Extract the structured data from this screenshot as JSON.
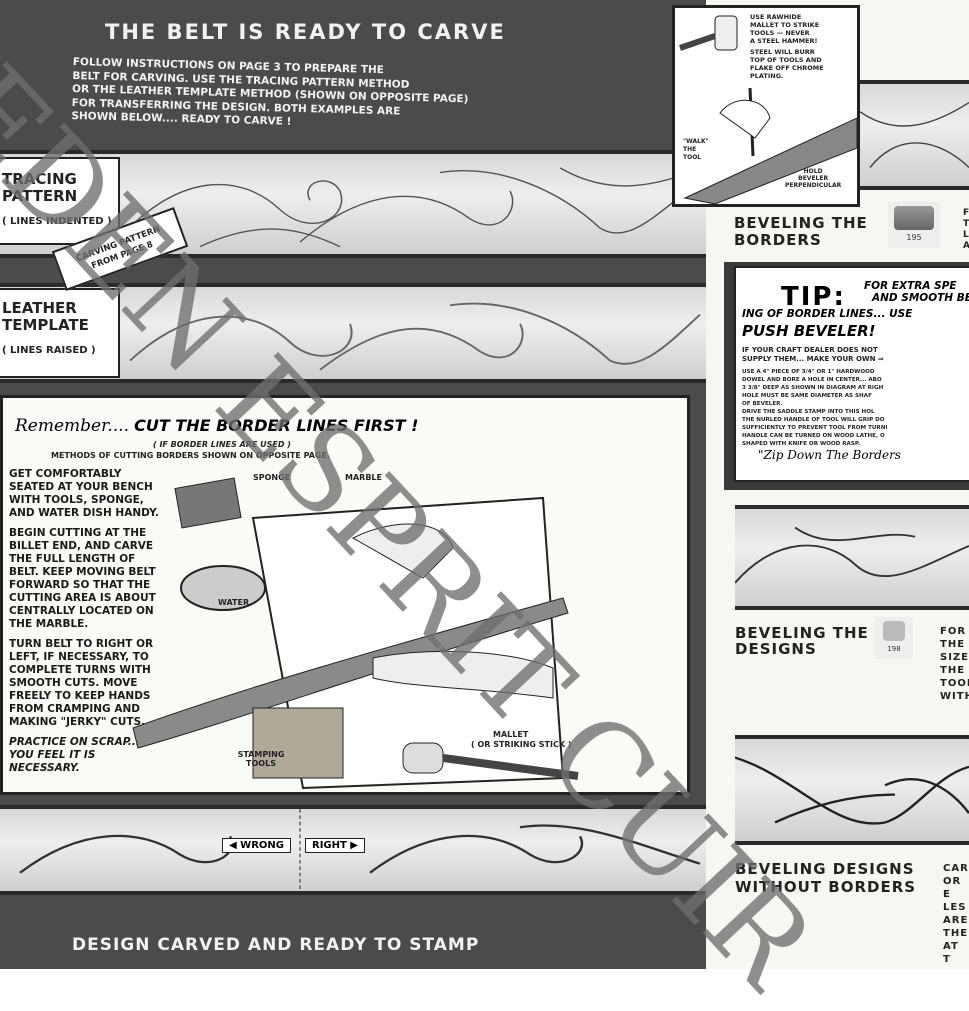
{
  "left_page": {
    "title": "THE BELT IS READY TO CARVE",
    "intro": [
      "FOLLOW INSTRUCTIONS ON PAGE 3 TO PREPARE THE",
      "BELT FOR CARVING. USE THE TRACING PATTERN METHOD",
      "OR THE LEATHER TEMPLATE METHOD (SHOWN ON OPPOSITE PAGE)",
      "FOR TRANSFERRING THE DESIGN. BOTH EXAMPLES ARE",
      "SHOWN BELOW.... READY TO CARVE !"
    ],
    "tracing_label": {
      "title1": "TRACING",
      "title2": "PATTERN",
      "sub": "( LINES INDENTED )"
    },
    "carving_pattern_tag": [
      "CARVING PATTERN",
      "FROM PAGE 8"
    ],
    "template_label": {
      "title1": "LEATHER",
      "title2": "TEMPLATE",
      "sub": "( LINES RAISED )"
    },
    "panel": {
      "heading_script": "Remember....",
      "heading": "CUT THE BORDER LINES FIRST !",
      "sub1": "( IF BORDER LINES ARE USED )",
      "sub2": "METHODS OF CUTTING BORDERS SHOWN ON OPPOSITE PAGE.",
      "para1": "GET COMFORTABLY SEATED AT YOUR BENCH WITH TOOLS, SPONGE, AND WATER DISH HANDY.",
      "para2": "BEGIN CUTTING AT THE BILLET END, AND CARVE THE FULL LENGTH OF BELT. KEEP MOVING BELT FORWARD SO THAT THE CUTTING AREA IS ABOUT CENTRALLY LOCATED ON THE MARBLE.",
      "para3": "TURN BELT TO RIGHT OR LEFT, IF NECESSARY, TO COMPLETE TURNS WITH SMOOTH CUTS. MOVE FREELY TO KEEP HANDS FROM CRAMPING AND MAKING \"JERKY\" CUTS.",
      "para4": "PRACTICE ON SCRAP... IF YOU FEEL IT IS NECESSARY.",
      "callouts": {
        "sponge": "SPONGE",
        "marble": "MARBLE",
        "water": "WATER",
        "stamping_tools": "STAMPING TOOLS",
        "mallet": "MALLET",
        "mallet_sub": "( OR STRIKING STICK )"
      }
    },
    "wrong_label": "WRONG",
    "right_label": "RIGHT",
    "bottom_caption": "DESIGN CARVED AND READY TO STAMP"
  },
  "right_page": {
    "illustration": {
      "mallet_note": [
        "USE RAWHIDE",
        "MALLET TO STRIKE",
        "TOOLS — NEVER",
        "A STEEL HAMMER!"
      ],
      "burr_note": [
        "STEEL WILL BURR",
        "TOP OF TOOLS AND",
        "FLAKE OFF CHROME",
        "PLATING."
      ],
      "walk_note": [
        "\"WALK\"",
        "THE",
        "TOOL"
      ],
      "hold_note": [
        "HOLD",
        "BEVELER",
        "PERPENDICULAR"
      ]
    },
    "section1": {
      "title": [
        "BEVELING THE",
        "BORDERS"
      ],
      "tool_number": "195",
      "text": [
        "F",
        "T",
        "L",
        "A"
      ]
    },
    "tip": {
      "label": "TIP:",
      "headline1": "FOR EXTRA SPE",
      "headline2": "AND SMOOTH BE",
      "headline3": "ING OF BORDER LINES... USE",
      "headline4": "PUSH BEVELER!",
      "line1": "IF YOUR CRAFT DEALER DOES NOT",
      "line2": "SUPPLY THEM... MAKE YOUR OWN ⇒",
      "body": [
        "USE A 4\" PIECE OF 3/4\" OR 1\" HARDWOOD",
        "DOWEL AND BORE A HOLE IN CENTER... ABO",
        "3 3/8\" DEEP AS SHOWN IN DIAGRAM AT RIGH",
        "HOLE MUST BE SAME DIAMETER AS SHAF",
        "OF BEVELER.",
        "DRIVE THE SADDLE STAMP INTO THIS HOL",
        "THE NURLED HANDLE OF TOOL WILL GRIP DO",
        "SUFFICIENTLY TO PREVENT TOOL FROM TURNI",
        "HANDLE CAN BE TURNED ON WOOD LATHE, O",
        "SHAPED WITH KNIFE OR WOOD RASP."
      ],
      "slogan": "\"Zip Down The Borders"
    },
    "section2": {
      "title": [
        "BEVELING THE",
        "DESIGNS"
      ],
      "tool_number": "198",
      "text": [
        "FOR",
        "THE",
        "SIZE",
        "THE",
        "TOOL",
        "WITH"
      ]
    },
    "section3": {
      "title": [
        "BEVELING DESIGNS",
        "WITHOUT BORDERS"
      ],
      "text": [
        "CAR",
        "OR E",
        "LES",
        "ARE",
        "THE",
        "AT T"
      ]
    }
  },
  "watermark": "EDEN ESPRIT CUIR",
  "colors": {
    "page_dark": "#4b4b4b",
    "paper": "#f6f6f4",
    "ink": "#1a1a1a"
  }
}
